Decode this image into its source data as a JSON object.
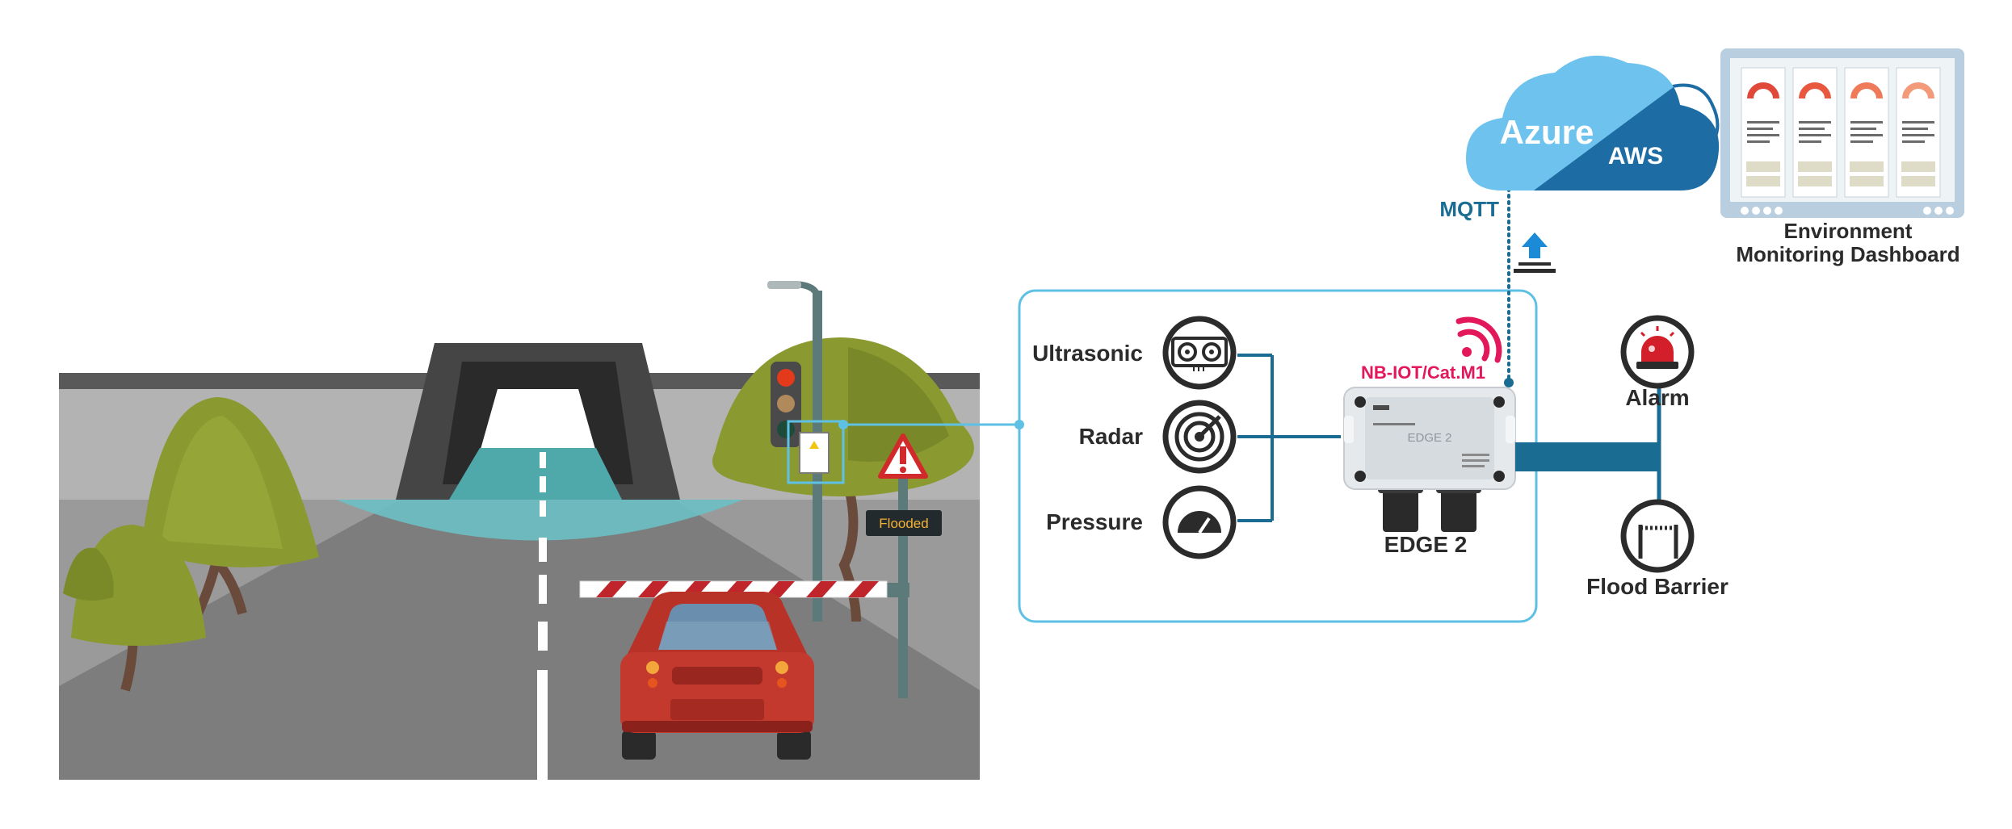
{
  "colors": {
    "accent_blue": "#1b6c93",
    "frame_blue": "#5ec1e3",
    "signal_pink": "#e2185b",
    "azure_cloud": "#6ec2ee",
    "aws_cloud": "#1e6ca4",
    "dark_text": "#2b2b2b"
  },
  "sensors": [
    {
      "label": "Ultrasonic",
      "icon": "ultrasonic-sensor-icon"
    },
    {
      "label": "Radar",
      "icon": "radar-icon"
    },
    {
      "label": "Pressure",
      "icon": "pressure-gauge-icon"
    }
  ],
  "device": {
    "name": "EDGE 2",
    "connectivity": "NB-IOT/Cat.M1",
    "panel_text": "EDGE 2"
  },
  "cloud": {
    "azure": "Azure",
    "aws": "AWS",
    "protocol": "MQTT"
  },
  "dashboard": {
    "line1": "Environment",
    "line2": "Monitoring Dashboard"
  },
  "outputs": {
    "alarm": "Alarm",
    "barrier": "Flood Barrier"
  },
  "scene": {
    "sign_text": "Flooded"
  }
}
